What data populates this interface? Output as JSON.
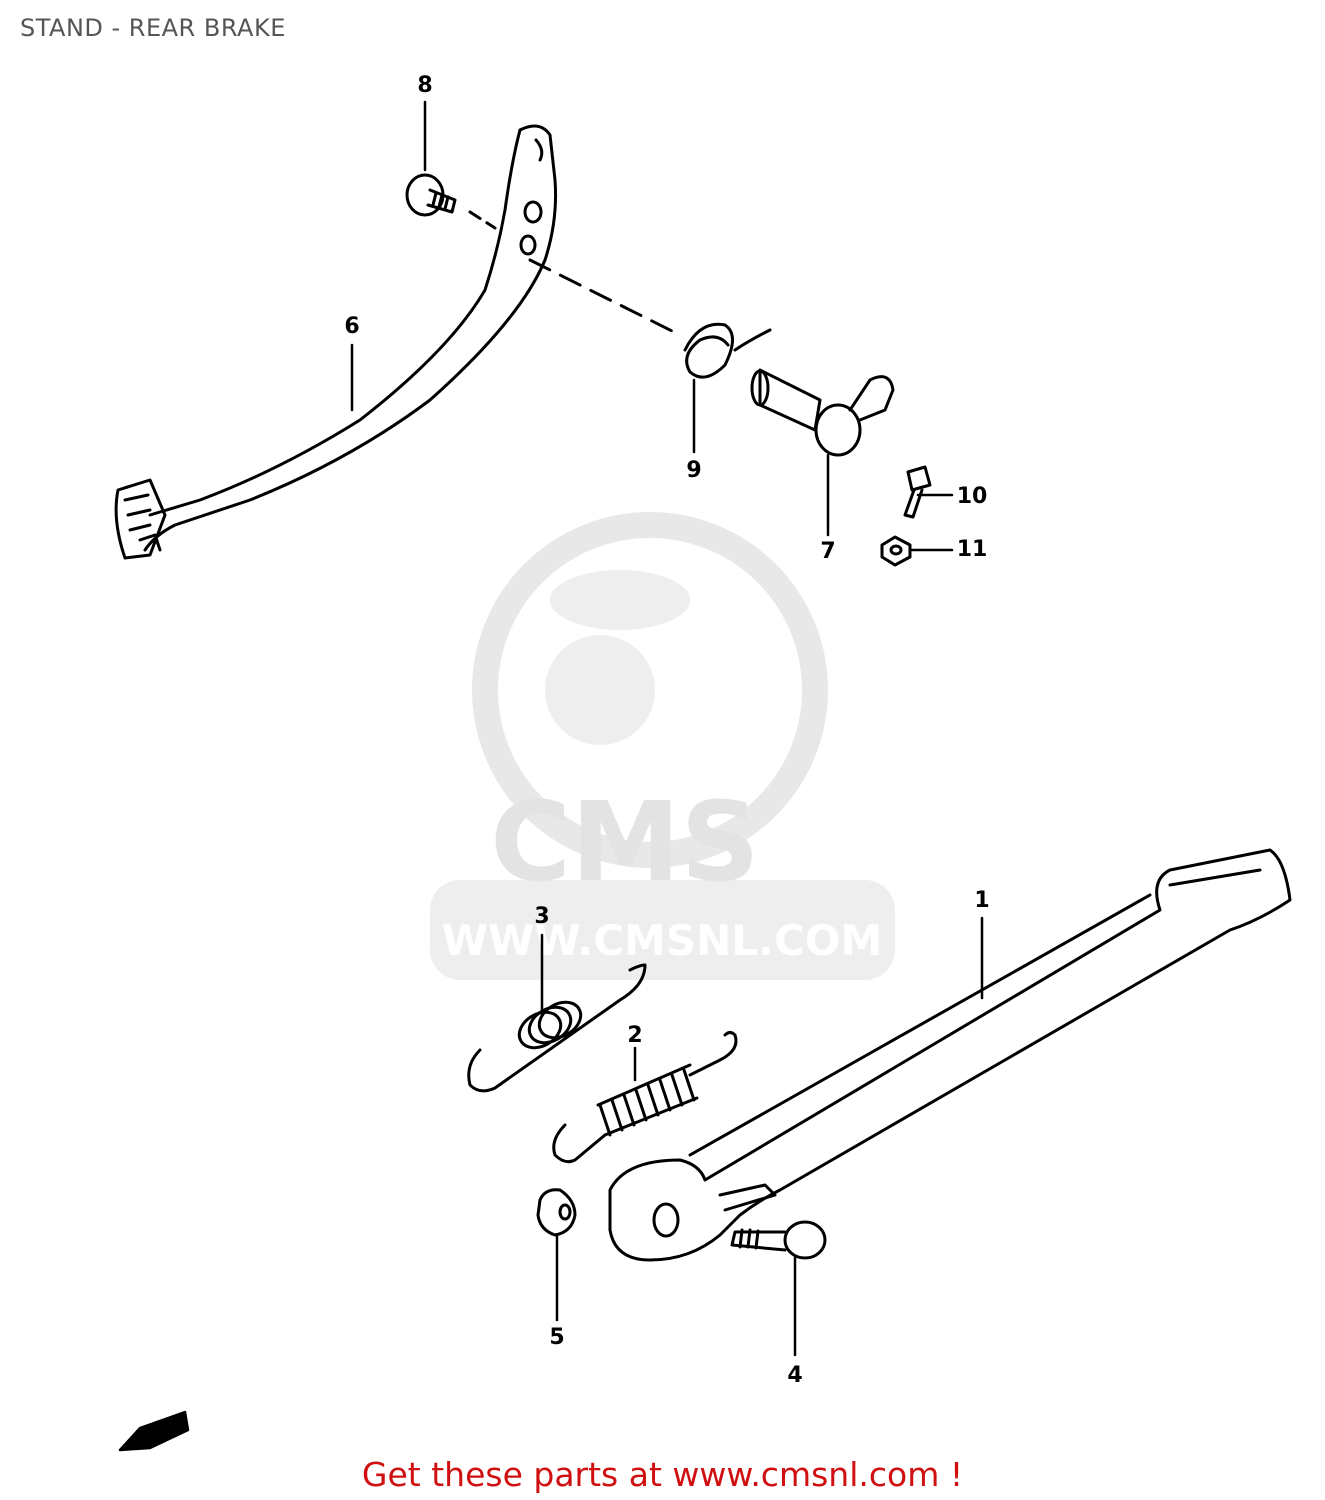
{
  "title": "STAND - REAR BRAKE",
  "watermark": {
    "brand": "CMS",
    "url": "WWW.CMSNL.COM"
  },
  "callouts": {
    "c1": "1",
    "c2": "2",
    "c3": "3",
    "c4": "4",
    "c5": "5",
    "c6": "6",
    "c7": "7",
    "c8": "8",
    "c9": "9",
    "c10": "10",
    "c11": "11"
  },
  "footer": "Get these parts at www.cmsnl.com !",
  "colors": {
    "line": "#000000",
    "watermark": "#e3e3e3",
    "footer": "#d01010",
    "title": "#555555"
  }
}
